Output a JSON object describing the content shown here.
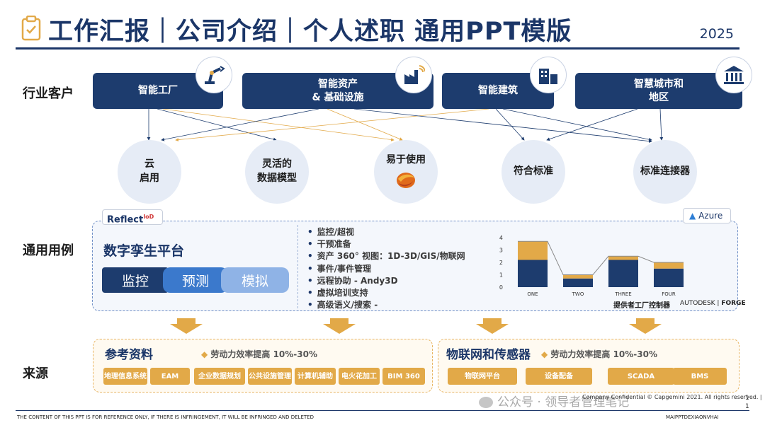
{
  "header": {
    "title": "工作汇报｜公司介绍｜个人述职 通用PPT模版",
    "year": "2025",
    "title_icon": "clipboard-check-icon"
  },
  "rows": {
    "industry_label": "行业客户",
    "usecase_label": "通用用例",
    "source_label": "来源"
  },
  "industries": [
    {
      "label": "智能工厂",
      "icon": "robot-arm-icon"
    },
    {
      "label": "智能资产\n& 基础设施",
      "icon": "factory-signal-icon"
    },
    {
      "label": "智能建筑",
      "icon": "buildings-icon"
    },
    {
      "label": "智慧城市和\n地区",
      "icon": "government-building-icon"
    }
  ],
  "features": [
    {
      "label": "云\n启用"
    },
    {
      "label": "灵活的\n数据模型"
    },
    {
      "label": "易于使用",
      "icon": "swirl-logo-icon"
    },
    {
      "label": "符合标准"
    },
    {
      "label": "标准连接器"
    }
  ],
  "usecase": {
    "reflect_logo": "Reflect",
    "reflect_sup": "IoD",
    "azure_label": "Azure",
    "platform_title": "数字孪生平台",
    "pills": [
      "监控",
      "预测",
      "模拟"
    ],
    "bullets": [
      "监控/超视",
      "干预准备",
      "资产 360° 视图：1D-3D/GIS/物联网",
      "事件/事件管理",
      "远程协助 - Andy3D",
      "虚拟培训支持",
      "高级语义/搜索 -"
    ],
    "provider_text": "提供者工厂控制器",
    "forge_text": "AUTODESK",
    "forge_bold": "FORGE"
  },
  "chart_data": {
    "type": "bar",
    "stacked": true,
    "categories": [
      "ONE",
      "TWO",
      "THREE",
      "FOUR"
    ],
    "series": [
      {
        "values": [
          2.2,
          0.7,
          2.2,
          1.5
        ],
        "color": "#1d3c6e"
      },
      {
        "values": [
          1.5,
          0.3,
          0.3,
          0.5
        ],
        "color": "#e2a948"
      }
    ],
    "yticks": [
      0,
      1,
      2,
      3,
      4
    ],
    "ylim": [
      0,
      4
    ],
    "grid": false,
    "trend_line": true
  },
  "sources": {
    "ref_title": "参考资料",
    "ref_note": "劳动力效率提高 10%-30%",
    "ref_chips": [
      "地理信息系统",
      "EAM",
      "企业数据规划",
      "公共设施管理",
      "计算机辅助",
      "电火花加工",
      "BIM 360"
    ],
    "iot_title": "物联网和传感器",
    "iot_note": "劳动力效率提高 10%-30%",
    "iot_chips": [
      "物联网平台",
      "设备配备",
      "SCADA",
      "BMS"
    ]
  },
  "footer": {
    "left": "THE CONTENT OF THIS PPT IS FOR REFERENCE ONLY, IF THERE IS INFRINGEMENT, IT WILL BE INFRINGED AND DELETED",
    "right": "MAIPPTDEXIAONVHAI",
    "confidential": "Company Confidential © Capgemini 2021. All rights reserved. |",
    "page": "1",
    "page2": "1",
    "watermark": "公众号 · 领导者管理笔记"
  },
  "colors": {
    "navy": "#1d3c6e",
    "blue": "#3b79cc",
    "light_blue": "#8fb3e6",
    "gold": "#e2a948"
  }
}
